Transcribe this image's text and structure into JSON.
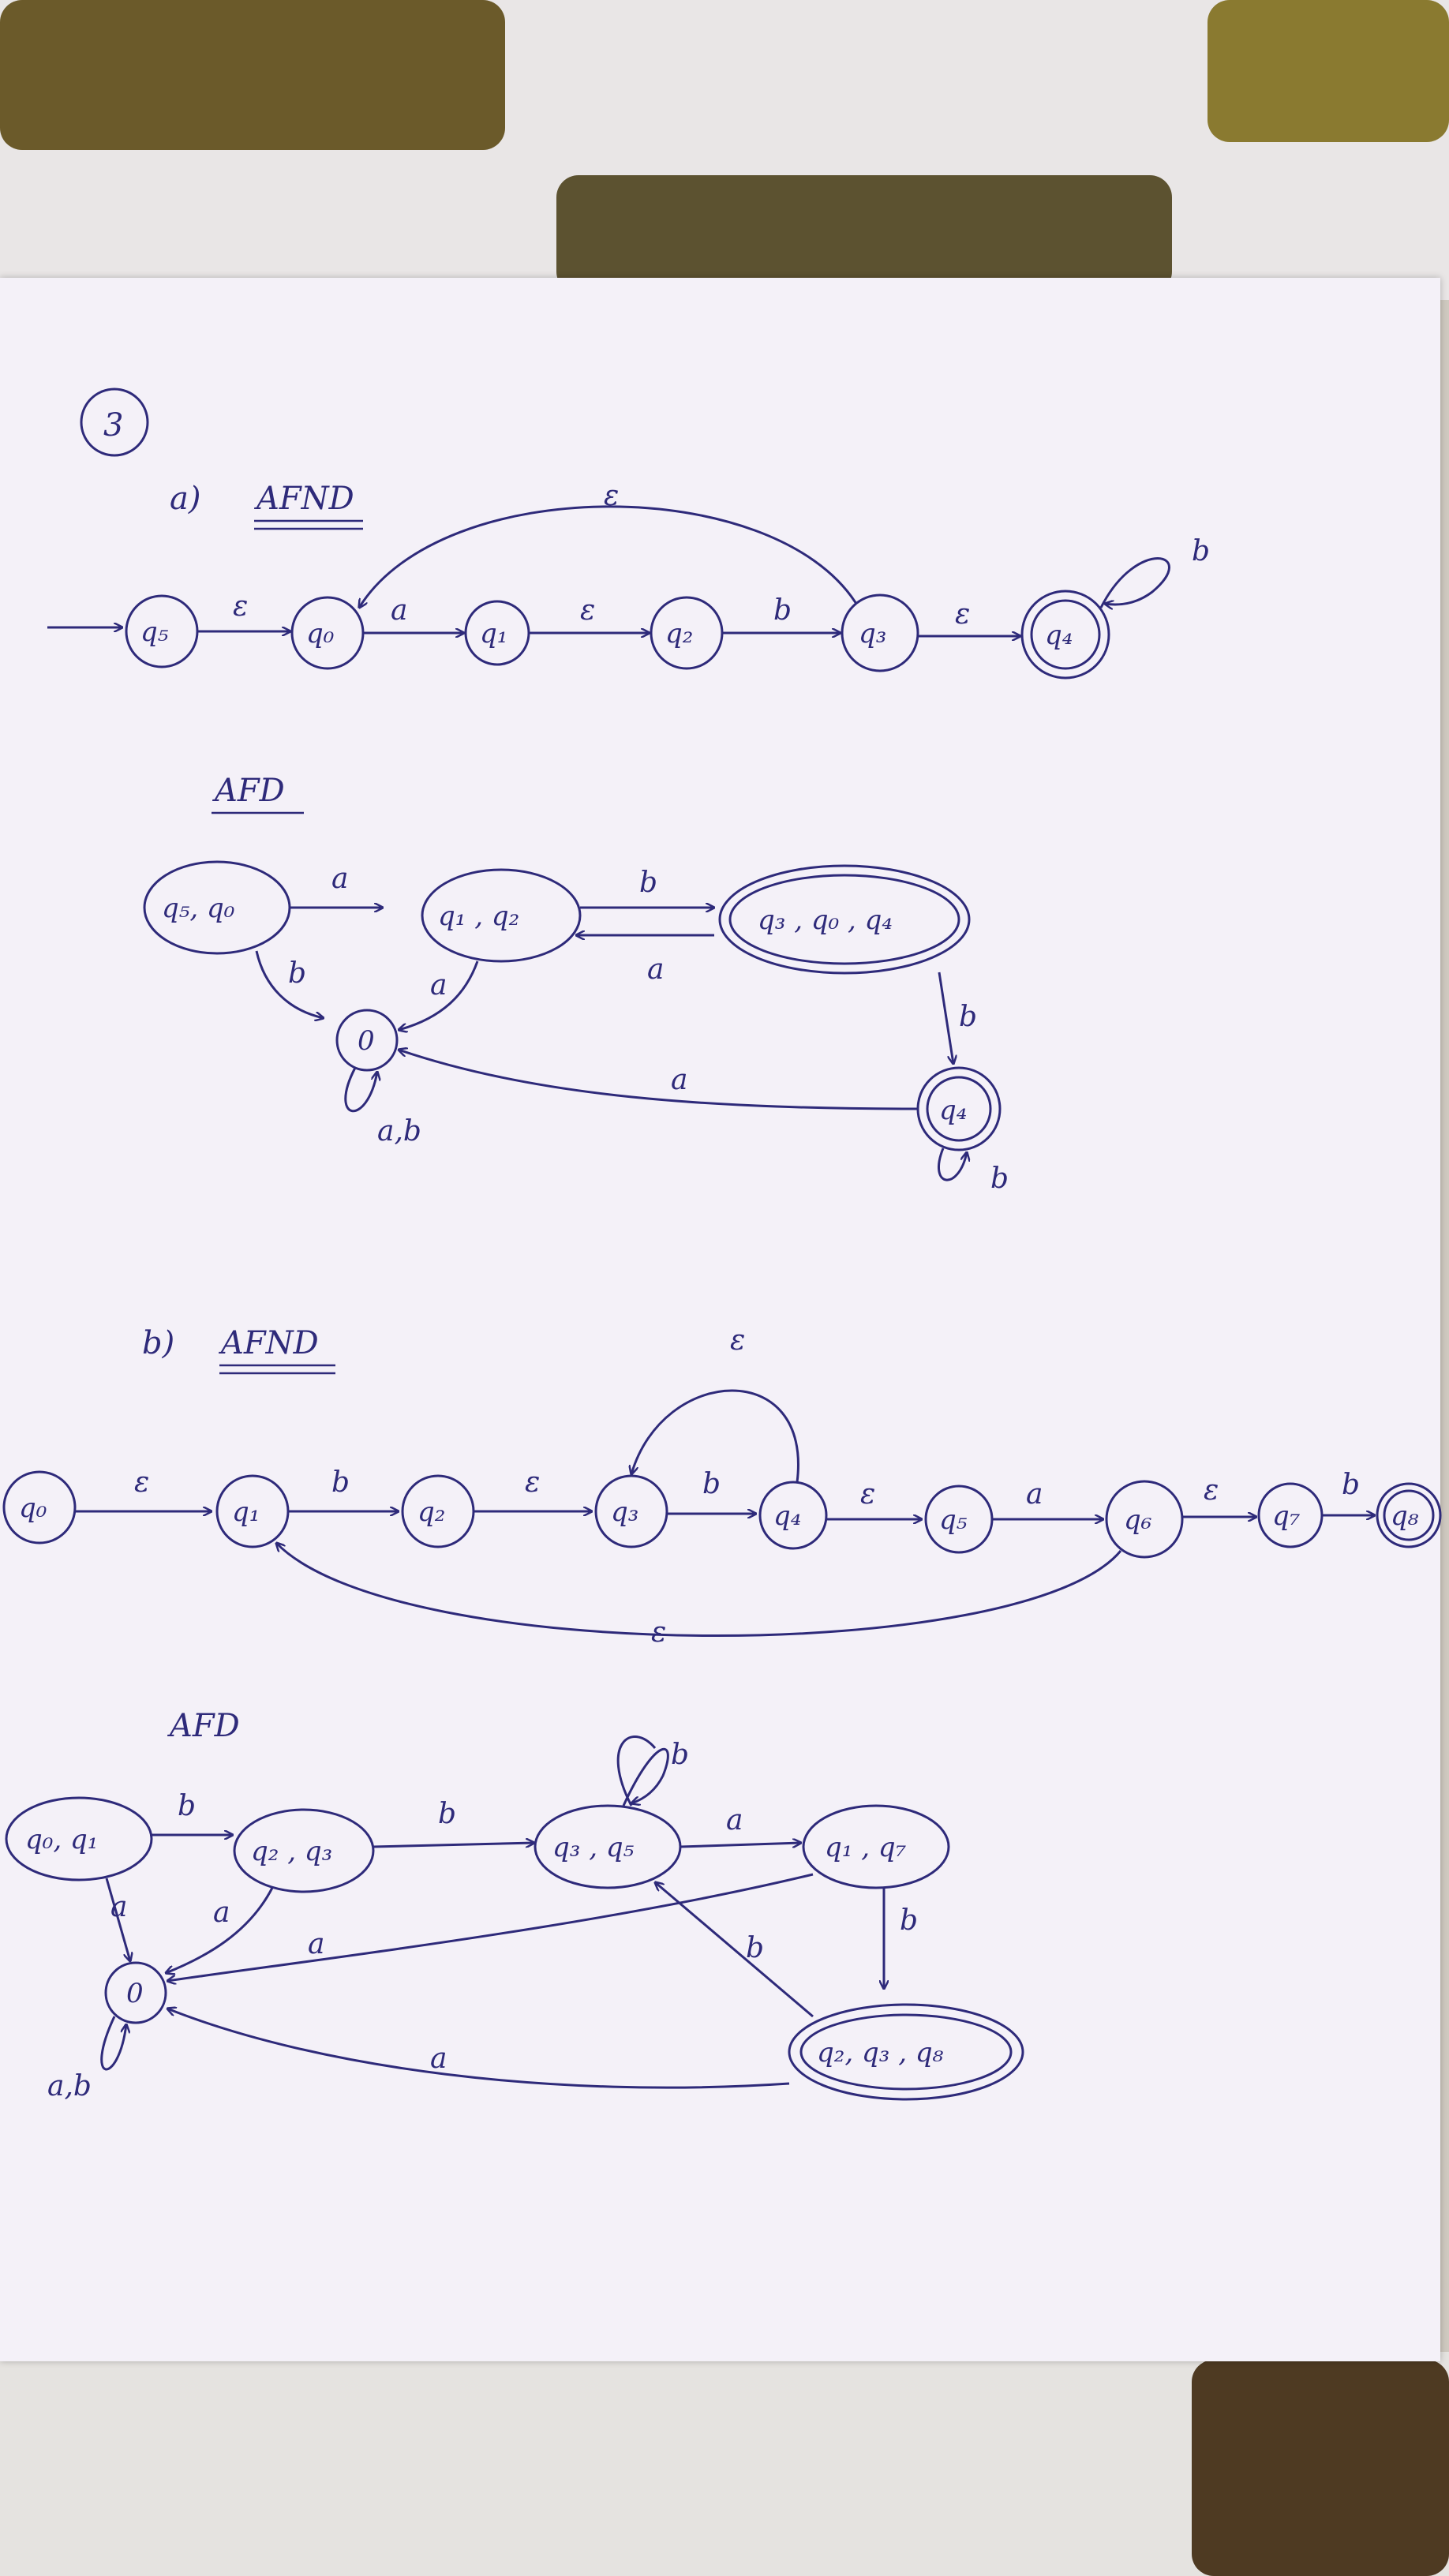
{
  "problem_number": "3",
  "part_a": {
    "label": "a)",
    "nfa_title": "AFND",
    "dfa_title": "AFD",
    "nfa": {
      "states": [
        "q5",
        "q0",
        "q1",
        "q2",
        "q3",
        "q4"
      ],
      "start_state": "q5",
      "accept_states": [
        "q4"
      ],
      "transitions": [
        {
          "from": "q5",
          "to": "q0",
          "label": "ε"
        },
        {
          "from": "q0",
          "to": "q1",
          "label": "a"
        },
        {
          "from": "q1",
          "to": "q2",
          "label": "ε"
        },
        {
          "from": "q2",
          "to": "q3",
          "label": "b"
        },
        {
          "from": "q3",
          "to": "q4",
          "label": "ε"
        },
        {
          "from": "q3",
          "to": "q0",
          "label": "ε"
        },
        {
          "from": "q4",
          "to": "q4",
          "label": "b"
        }
      ]
    },
    "dfa": {
      "states": [
        "q5, q0",
        "q1, q2",
        "q3, q0, q4",
        "0",
        "q4"
      ],
      "accept_states": [
        "q3, q0, q4",
        "q4"
      ],
      "transitions": [
        {
          "from": "q5, q0",
          "to": "q1, q2",
          "label": "a"
        },
        {
          "from": "q5, q0",
          "to": "0",
          "label": "b"
        },
        {
          "from": "q1, q2",
          "to": "q3, q0, q4",
          "label": "b"
        },
        {
          "from": "q3, q0, q4",
          "to": "q1, q2",
          "label": "a"
        },
        {
          "from": "q1, q2",
          "to": "0",
          "label": "a"
        },
        {
          "from": "q3, q0, q4",
          "to": "q4",
          "label": "b"
        },
        {
          "from": "q4",
          "to": "0",
          "label": "a"
        },
        {
          "from": "q4",
          "to": "q4",
          "label": "b"
        },
        {
          "from": "0",
          "to": "0",
          "label": "a,b"
        }
      ]
    }
  },
  "part_b": {
    "label": "b)",
    "nfa_title": "AFND",
    "dfa_title": "AFD",
    "nfa": {
      "states": [
        "q0",
        "q1",
        "q2",
        "q3",
        "q4",
        "q5",
        "q6",
        "q7",
        "q8"
      ],
      "accept_states": [
        "q8"
      ],
      "transitions": [
        {
          "from": "q0",
          "to": "q1",
          "label": "ε"
        },
        {
          "from": "q1",
          "to": "q2",
          "label": "b"
        },
        {
          "from": "q2",
          "to": "q3",
          "label": "ε"
        },
        {
          "from": "q3",
          "to": "q4",
          "label": "b"
        },
        {
          "from": "q4",
          "to": "q3",
          "label": "ε"
        },
        {
          "from": "q4",
          "to": "q5",
          "label": "ε"
        },
        {
          "from": "q5",
          "to": "q6",
          "label": "a"
        },
        {
          "from": "q6",
          "to": "q7",
          "label": "ε"
        },
        {
          "from": "q7",
          "to": "q8",
          "label": "b"
        },
        {
          "from": "q6",
          "to": "q1",
          "label": "ε"
        }
      ]
    },
    "dfa": {
      "states": [
        "q0, q1",
        "q2, q3",
        "q3, q5",
        "q1, q7",
        "q2, q3, q8",
        "0"
      ],
      "accept_states": [
        "q2, q3, q8"
      ],
      "transitions": [
        {
          "from": "q0, q1",
          "to": "q2, q3",
          "label": "b"
        },
        {
          "from": "q0, q1",
          "to": "0",
          "label": "a"
        },
        {
          "from": "q2, q3",
          "to": "q3, q5",
          "label": "b"
        },
        {
          "from": "q2, q3",
          "to": "0",
          "label": "a"
        },
        {
          "from": "q3, q5",
          "to": "q3, q5",
          "label": "b"
        },
        {
          "from": "q3, q5",
          "to": "q1, q7",
          "label": "a"
        },
        {
          "from": "q1, q7",
          "to": "0",
          "label": "a"
        },
        {
          "from": "q1, q7",
          "to": "q2, q3, q8",
          "label": "b"
        },
        {
          "from": "q2, q3, q8",
          "to": "q3, q5",
          "label": "b"
        },
        {
          "from": "q2, q3, q8",
          "to": "0",
          "label": "a"
        },
        {
          "from": "0",
          "to": "0",
          "label": "a,b"
        }
      ]
    }
  },
  "colors": {
    "ink": "#2e2a7a",
    "paper": "#f4f1f8",
    "tablecloth": "#e9e6e6",
    "coffee": "#6b5a2a"
  }
}
